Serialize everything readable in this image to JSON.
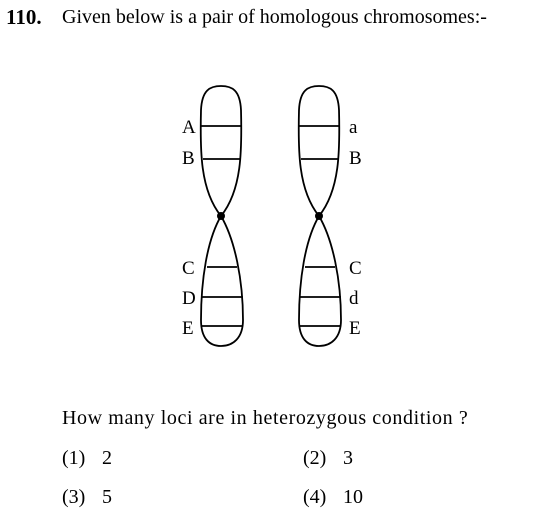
{
  "question": {
    "number": "110.",
    "stem": "Given below is a pair of homologous chromosomes:-",
    "sub_question": "How many loci are in heterozygous condition ?"
  },
  "diagram": {
    "left_chromosome": {
      "upper_loci": [
        "A",
        "B"
      ],
      "lower_loci": [
        "C",
        "D",
        "E"
      ]
    },
    "right_chromosome": {
      "upper_loci": [
        "a",
        "B"
      ],
      "lower_loci": [
        "C",
        "d",
        "E"
      ]
    }
  },
  "options": [
    {
      "label": "(1)",
      "value": "2"
    },
    {
      "label": "(2)",
      "value": "3"
    },
    {
      "label": "(3)",
      "value": "5"
    },
    {
      "label": "(4)",
      "value": "10"
    }
  ]
}
